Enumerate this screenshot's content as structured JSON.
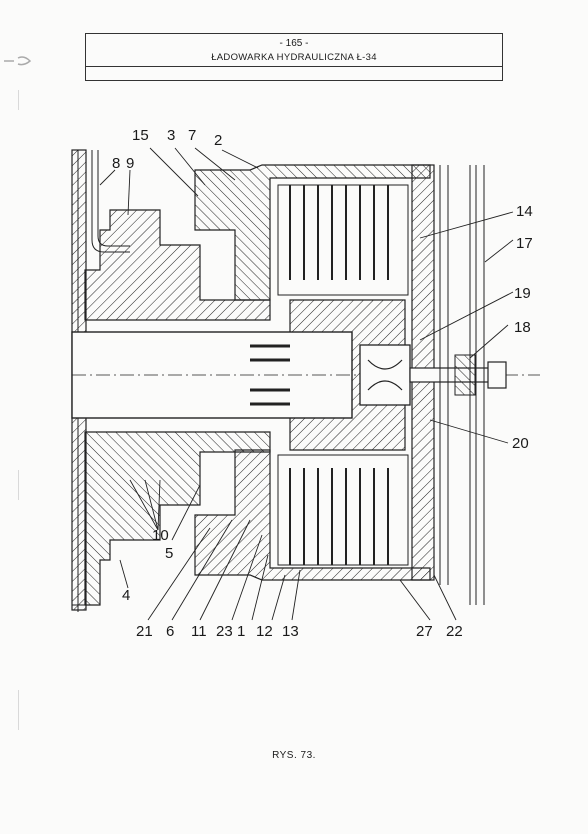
{
  "header": {
    "page_number": "- 165 -",
    "title": "ŁADOWARKA HYDRAULICZNA Ł-34"
  },
  "drawing": {
    "callouts": {
      "c1": "1",
      "c2": "2",
      "c3": "3",
      "c4": "4",
      "c5": "5",
      "c6": "6",
      "c7": "7",
      "c8": "8",
      "c9": "9",
      "c10": "10",
      "c11": "11",
      "c12": "12",
      "c13": "13",
      "c14": "14",
      "c15": "15",
      "c17": "17",
      "c18": "18",
      "c19": "19",
      "c20": "20",
      "c21": "21",
      "c22": "22",
      "c23": "23",
      "c27": "27"
    }
  },
  "caption": "RYS. 73."
}
